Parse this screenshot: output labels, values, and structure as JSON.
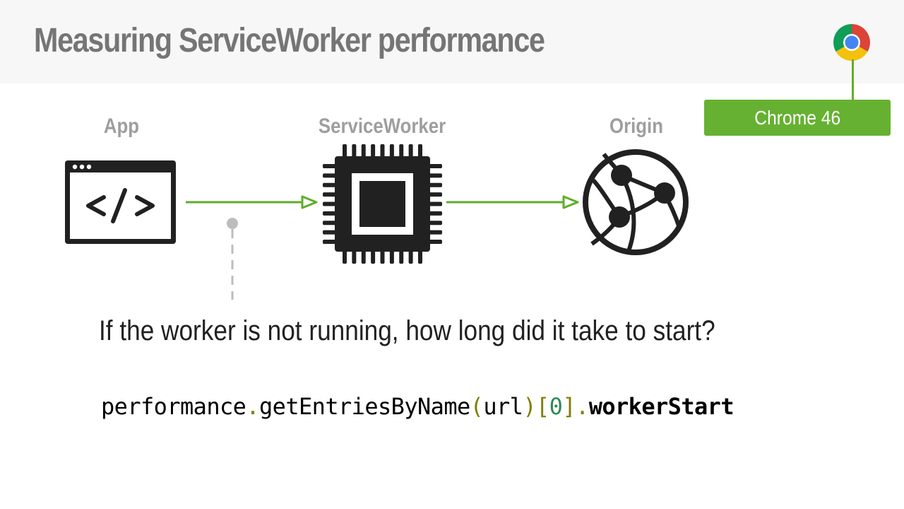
{
  "title": "Measuring ServiceWorker performance",
  "badge": {
    "label": "Chrome 46",
    "icon": "chrome-logo-icon"
  },
  "nodes": [
    {
      "label": "App",
      "icon": "browser-code-window-icon"
    },
    {
      "label": "ServiceWorker",
      "icon": "processor-chip-icon"
    },
    {
      "label": "Origin",
      "icon": "network-globe-icon"
    }
  ],
  "question": "If the worker is not running, how long did it take to start?",
  "code": {
    "object": "performance",
    "dot1": ".",
    "method": "getEntriesByName",
    "paren_open": "(",
    "arg": "url",
    "paren_close": ")",
    "bracket_open": "[",
    "index": "0",
    "bracket_close": "]",
    "dot2": ".",
    "property": "workerStart"
  },
  "colors": {
    "accent_green": "#66b132",
    "arrow_green": "#5fad2a",
    "title_gray": "#757575",
    "label_gray": "#9e9e9e",
    "icon_dark": "#212121"
  }
}
